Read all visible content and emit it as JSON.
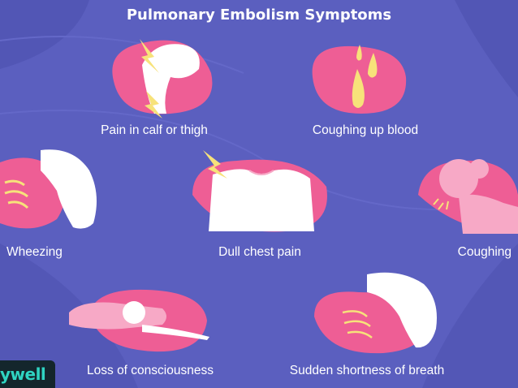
{
  "title": "Pulmonary Embolism Symptoms",
  "symptoms": [
    {
      "label": "Pain in calf or thigh",
      "icon": "leg-pain-icon"
    },
    {
      "label": "Coughing up blood",
      "icon": "blood-drops-icon"
    },
    {
      "label": "Wheezing",
      "icon": "wheezing-icon"
    },
    {
      "label": "Dull chest pain",
      "icon": "chest-pain-icon"
    },
    {
      "label": "Coughing",
      "icon": "coughing-person-icon"
    },
    {
      "label": "Loss of consciousness",
      "icon": "fainted-person-icon"
    },
    {
      "label": "Sudden shortness of breath",
      "icon": "breath-icon"
    }
  ],
  "brand": {
    "logo_text": "ywell"
  },
  "colors": {
    "background": "#5b5fbf",
    "blob_pink": "#ee5e95",
    "skin_pink": "#f7a9c6",
    "white": "#ffffff",
    "bolt_yellow": "#f7e27a",
    "logo_teal": "#2fd4c2"
  }
}
